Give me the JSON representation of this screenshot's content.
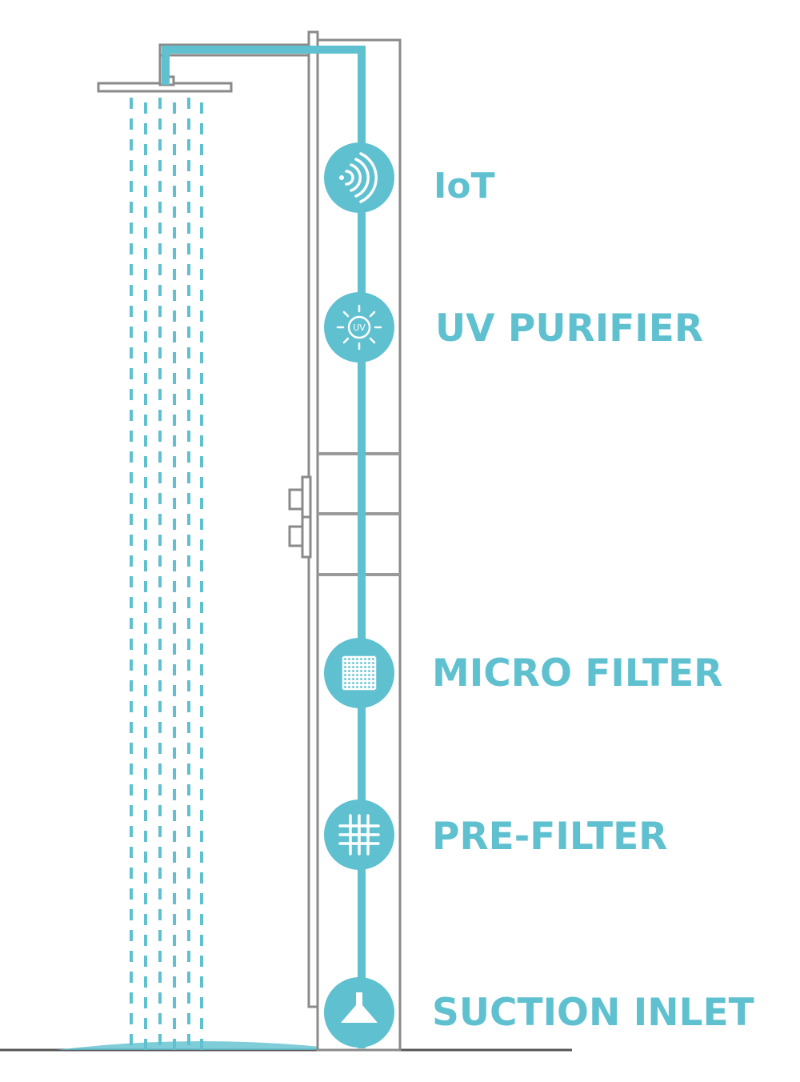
{
  "colors": {
    "water": "#5fc0d0",
    "outline": "#8a8a8a",
    "background": "#ffffff"
  },
  "components": [
    {
      "id": "iot",
      "label": "IoT",
      "icon": "wifi-waves-icon"
    },
    {
      "id": "uv",
      "label": "UV PURIFIER",
      "icon": "uv-sun-icon",
      "icon_text": "UV"
    },
    {
      "id": "micro",
      "label": "MICRO FILTER",
      "icon": "fine-mesh-icon"
    },
    {
      "id": "pre",
      "label": "PRE-FILTER",
      "icon": "coarse-grid-icon"
    },
    {
      "id": "suction",
      "label": "SUCTION INLET",
      "icon": "suction-funnel-icon"
    }
  ]
}
